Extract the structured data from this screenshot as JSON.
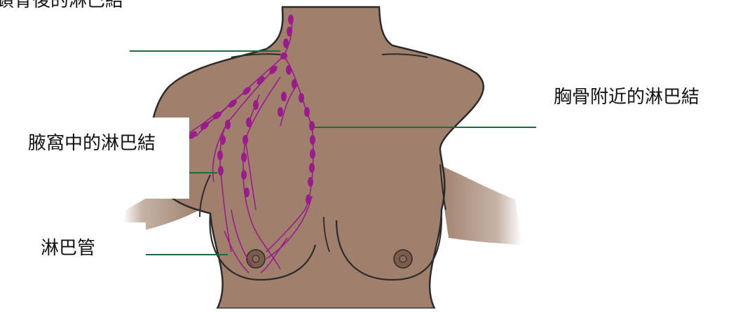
{
  "labels": {
    "clavicle_nodes": "鎖骨後的淋巴結",
    "sternum_nodes": "胸骨附近的淋巴結",
    "axillary_nodes": "腋窩中的淋巴結",
    "lymph_vessels": "淋巴管"
  },
  "colors": {
    "skin": "#a0806c",
    "skin_shadow": "#8f705e",
    "outline": "#2b2b2b",
    "lymph": "#9b1b8c",
    "leader_line": "#1e6b3c",
    "background": "#ffffff"
  }
}
